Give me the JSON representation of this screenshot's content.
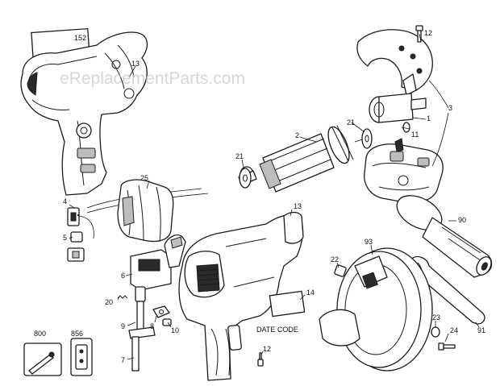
{
  "watermark": "eReplacementParts.com",
  "date_code": "DATE CODE",
  "callouts": [
    {
      "id": "c-152",
      "text": "152"
    },
    {
      "id": "c-13a",
      "text": "13"
    },
    {
      "id": "c-12a",
      "text": "12"
    },
    {
      "id": "c-3",
      "text": "3"
    },
    {
      "id": "c-1",
      "text": "1"
    },
    {
      "id": "c-21a",
      "text": "21"
    },
    {
      "id": "c-11",
      "text": "11"
    },
    {
      "id": "c-2",
      "text": "2"
    },
    {
      "id": "c-21b",
      "text": "21"
    },
    {
      "id": "c-25",
      "text": "25"
    },
    {
      "id": "c-4",
      "text": "4"
    },
    {
      "id": "c-5",
      "text": "5"
    },
    {
      "id": "c-6",
      "text": "6"
    },
    {
      "id": "c-13b",
      "text": "13"
    },
    {
      "id": "c-90",
      "text": "90"
    },
    {
      "id": "c-93",
      "text": "93"
    },
    {
      "id": "c-22",
      "text": "22"
    },
    {
      "id": "c-14",
      "text": "14"
    },
    {
      "id": "c-20",
      "text": "20"
    },
    {
      "id": "c-9",
      "text": "9"
    },
    {
      "id": "c-8",
      "text": "8"
    },
    {
      "id": "c-10",
      "text": "10"
    },
    {
      "id": "c-23",
      "text": "23"
    },
    {
      "id": "c-24",
      "text": "24"
    },
    {
      "id": "c-91",
      "text": "91"
    },
    {
      "id": "c-800",
      "text": "800"
    },
    {
      "id": "c-856",
      "text": "856"
    },
    {
      "id": "c-7",
      "text": "7"
    },
    {
      "id": "c-12b",
      "text": "12"
    }
  ]
}
